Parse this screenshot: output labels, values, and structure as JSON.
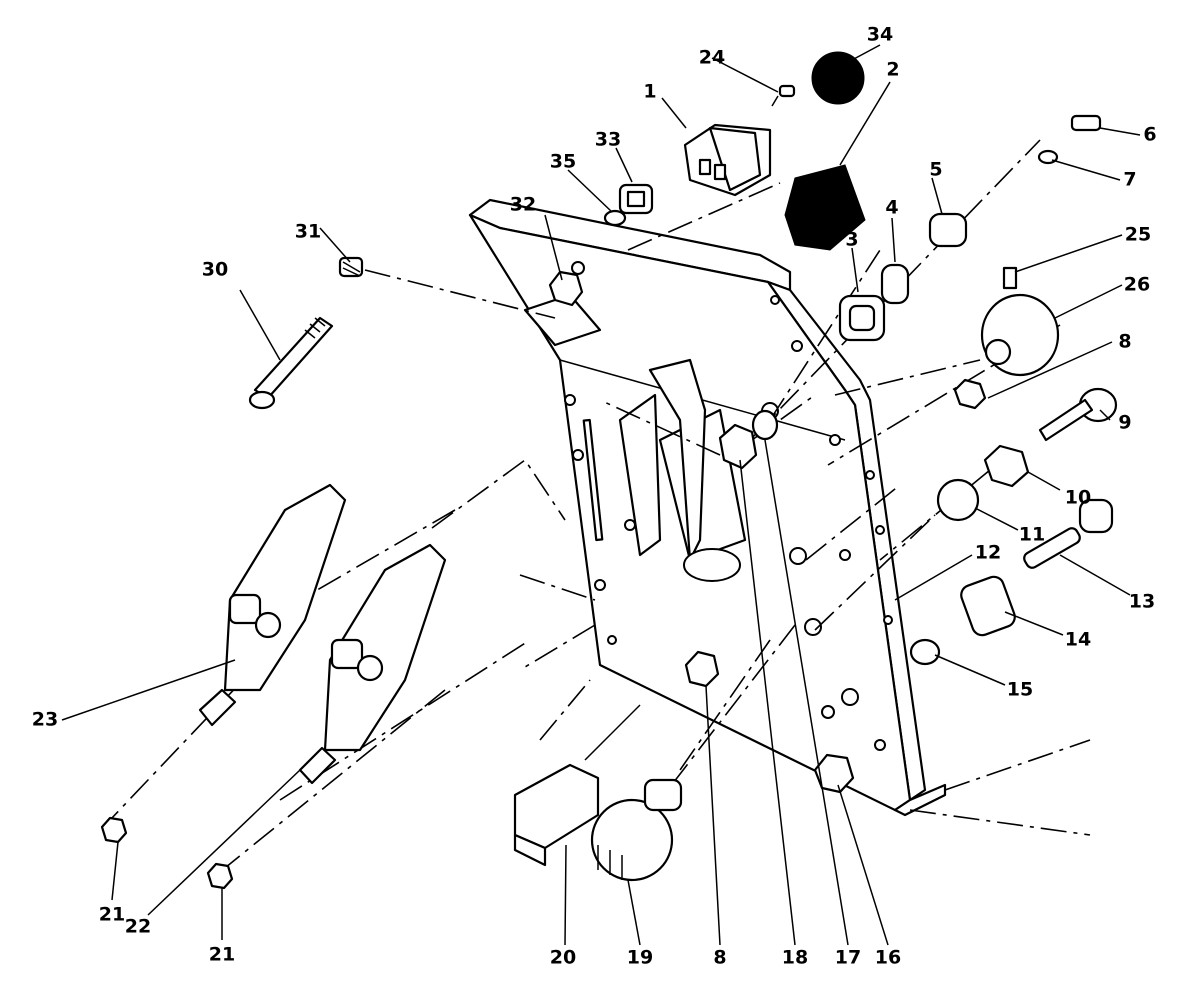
{
  "diagram": {
    "colors": {
      "ink": "#000000",
      "paper": "#ffffff"
    },
    "callouts": [
      {
        "id": "1",
        "label": "1"
      },
      {
        "id": "2",
        "label": "2"
      },
      {
        "id": "3",
        "label": "3"
      },
      {
        "id": "4",
        "label": "4"
      },
      {
        "id": "5",
        "label": "5"
      },
      {
        "id": "6",
        "label": "6"
      },
      {
        "id": "7",
        "label": "7"
      },
      {
        "id": "8a",
        "label": "8"
      },
      {
        "id": "8b",
        "label": "8"
      },
      {
        "id": "9",
        "label": "9"
      },
      {
        "id": "10",
        "label": "10"
      },
      {
        "id": "11",
        "label": "11"
      },
      {
        "id": "12",
        "label": "12"
      },
      {
        "id": "13",
        "label": "13"
      },
      {
        "id": "14",
        "label": "14"
      },
      {
        "id": "15",
        "label": "15"
      },
      {
        "id": "16",
        "label": "16"
      },
      {
        "id": "17",
        "label": "17"
      },
      {
        "id": "18",
        "label": "18"
      },
      {
        "id": "19",
        "label": "19"
      },
      {
        "id": "20",
        "label": "20"
      },
      {
        "id": "21a",
        "label": "21"
      },
      {
        "id": "21b",
        "label": "21"
      },
      {
        "id": "22",
        "label": "22"
      },
      {
        "id": "23",
        "label": "23"
      },
      {
        "id": "24",
        "label": "24"
      },
      {
        "id": "25",
        "label": "25"
      },
      {
        "id": "26",
        "label": "26"
      },
      {
        "id": "30",
        "label": "30"
      },
      {
        "id": "31",
        "label": "31"
      },
      {
        "id": "32",
        "label": "32"
      },
      {
        "id": "33",
        "label": "33"
      },
      {
        "id": "34",
        "label": "34"
      },
      {
        "id": "35",
        "label": "35"
      }
    ]
  }
}
